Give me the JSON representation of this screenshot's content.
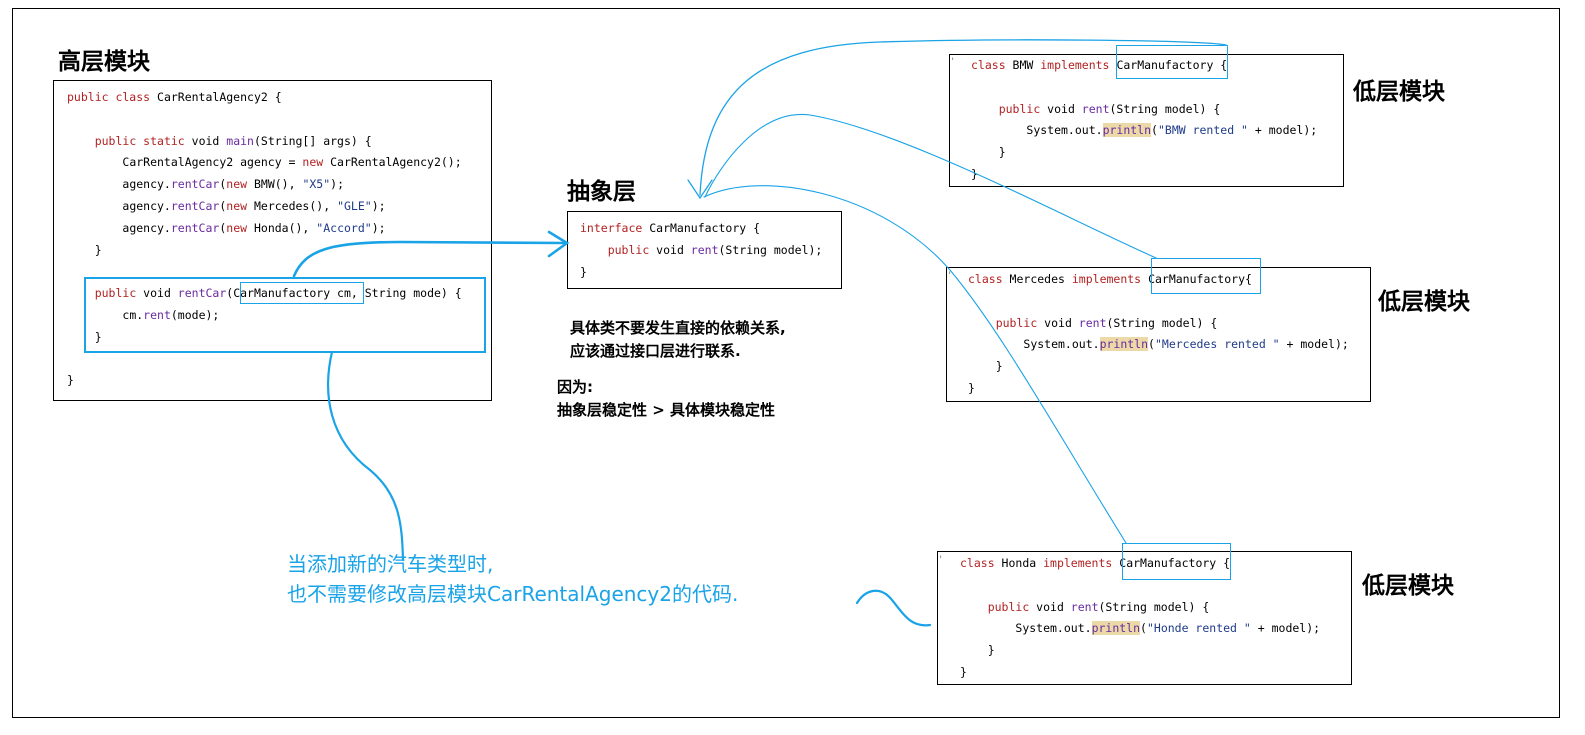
{
  "headings": {
    "high_level": "高层模块",
    "abstraction": "抽象层",
    "low_level_1": "低层模块",
    "low_level_2": "低层模块",
    "low_level_3": "低层模块"
  },
  "agency_code": {
    "line1_kw": "public class",
    "line1_rest": " CarRentalAgency2 {",
    "main_kw1": "public static",
    "main_rest": " void ",
    "main_fn": "main",
    "main_sig": "(String[] args) {",
    "l3_a": "CarRentalAgency2 agency = ",
    "l3_kw": "new",
    "l3_b": " CarRentalAgency2();",
    "agency_prefix": "agency.",
    "rentcar_fn": "rentCar",
    "l4_kw": "new",
    "l4_b": " BMW(), ",
    "l4_str": "\"X5\"",
    "l4_end": ");",
    "l5_b": " Mercedes(), ",
    "l5_str": "\"GLE\"",
    "l6_b": " Honda(), ",
    "l6_str": "\"Accord\"",
    "close_brace": "}",
    "method_kw": "public",
    "method_void": " void ",
    "method_fn": "rentCar",
    "method_paren": "(",
    "method_param": "CarManufactory cm",
    "method_rest": ", String mode) {",
    "call_prefix": "cm.",
    "call_fn": "rent",
    "call_rest": "(mode);"
  },
  "interface_code": {
    "kw": "interface",
    "name": " CarManufactory {",
    "method_kw": "public",
    "method_void": " void ",
    "method_fn": "rent",
    "method_sig": "(String model);",
    "close": "}"
  },
  "bmw_code": {
    "class_kw": "class",
    "name": " BMW ",
    "impl_kw": "implements",
    "iface": "CarManufactory",
    "open": " {",
    "method_kw": "public",
    "method_void": " void ",
    "method_fn": "rent",
    "method_sig": "(String model) {",
    "print_prefix": "System.out.",
    "print_fn": "println",
    "print_open": "(",
    "print_str": "\"BMW rented \"",
    "print_rest": " + model);",
    "close": "}"
  },
  "mercedes_code": {
    "class_kw": "class",
    "name": " Mercedes ",
    "impl_kw": "implements",
    "iface": "CarManufactory",
    "open": "{",
    "method_kw": "public",
    "method_void": " void ",
    "method_fn": "rent",
    "method_sig": "(String model) {",
    "print_prefix": "System.out.",
    "print_fn": "println",
    "print_open": "(",
    "print_str": "\"Mercedes rented \"",
    "print_rest": " + model);",
    "close": "}"
  },
  "honda_code": {
    "class_kw": "class",
    "name": " Honda ",
    "impl_kw": "implements",
    "iface": "CarManufactory",
    "open": " {",
    "method_kw": "public",
    "method_void": " void ",
    "method_fn": "rent",
    "method_sig": "(String model) {",
    "print_prefix": "System.out.",
    "print_fn": "println",
    "print_open": "(",
    "print_str": "\"Honde rented \"",
    "print_rest": " + model);",
    "close": "}"
  },
  "notes": {
    "line1": "具体类不要发生直接的依赖关系,",
    "line2": "应该通过接口层进行联系.",
    "because": "因为:",
    "stability": "抽象层稳定性 > 具体模块稳定性"
  },
  "blue_note": {
    "line1": "当添加新的汽车类型时,",
    "line2": "也不需要修改高层模块CarRentalAgency2的代码."
  },
  "colors": {
    "annotation_blue": "#1aa3e6",
    "keyword_red": "#b22222",
    "function_purple": "#6a2aa0",
    "string_blue": "#1e3a8a",
    "highlight": "#ecd9a8"
  }
}
